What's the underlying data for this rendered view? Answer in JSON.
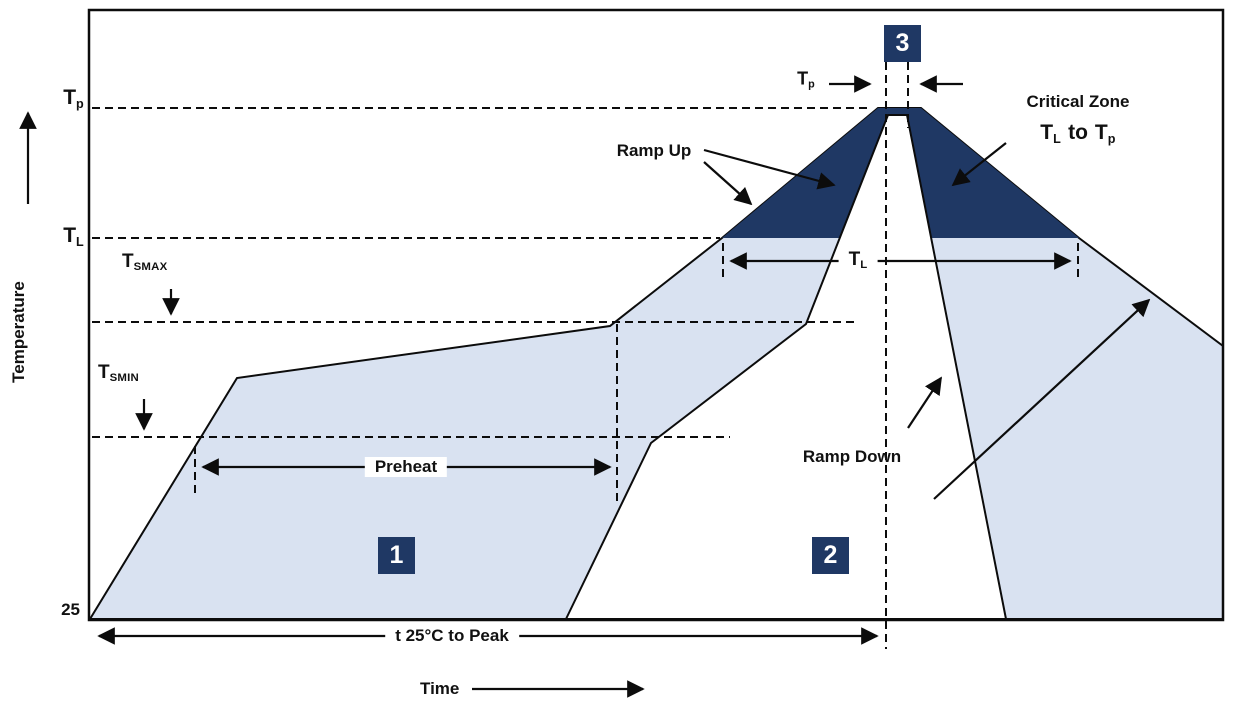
{
  "colors": {
    "navy": "#1F3864",
    "light_blue": "#D9E2F1",
    "outline": "#0C0C0C",
    "background": "#FFFFFF"
  },
  "axis": {
    "y_label": "Temperature",
    "x_label": "Time",
    "origin_temp": "25"
  },
  "temps": {
    "t": "T",
    "p_sub": "p",
    "l_sub": "L",
    "smax_sub": "SMAX",
    "smin_sub": "SMIN"
  },
  "annotations": {
    "preheat": "Preheat",
    "ramp_up": "Ramp Up",
    "ramp_down": "Ramp Down",
    "critical_zone": "Critical Zone",
    "to": "to",
    "time_to_peak": "t 25°C to Peak"
  },
  "zones": {
    "zone1": "1",
    "zone2": "2",
    "zone3": "3"
  }
}
